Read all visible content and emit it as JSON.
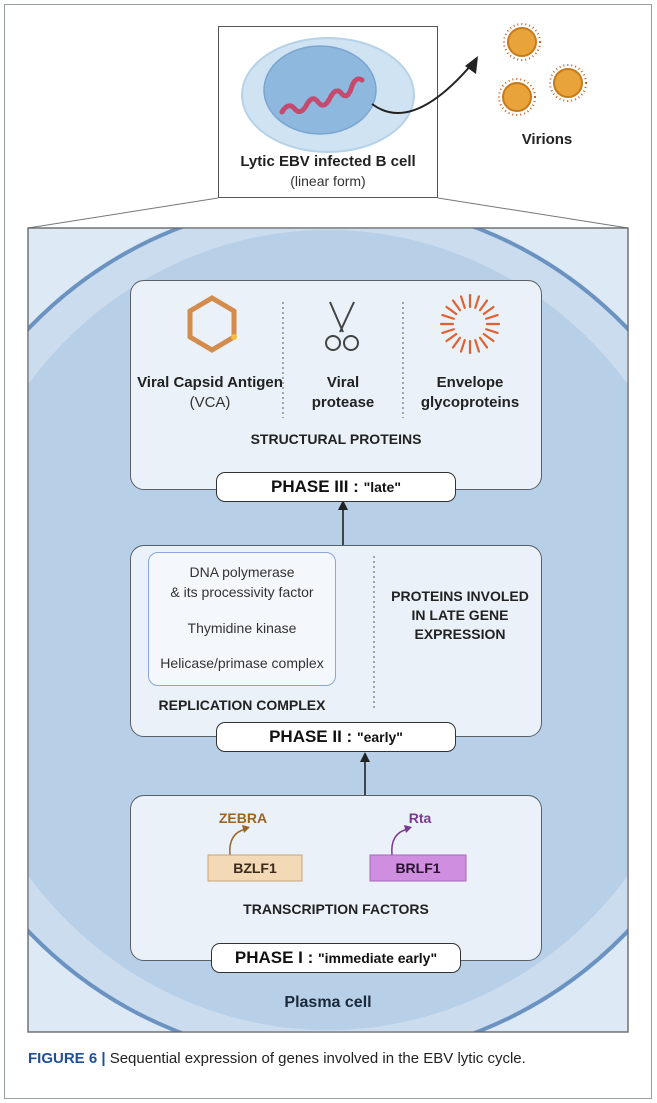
{
  "top_box": {
    "title": "Lytic EBV infected B cell",
    "subtitle": "(linear form)"
  },
  "virions_label": "Virions",
  "plasma_cell_label": "Plasma cell",
  "phase3": {
    "col1_title": "Viral Capsid Antigen",
    "col1_sub": "(VCA)",
    "col2_line1": "Viral",
    "col2_line2": "protease",
    "col3_line1": "Envelope",
    "col3_line2": "glycoproteins",
    "section_label": "STRUCTURAL PROTEINS",
    "phase_main": "PHASE III : ",
    "phase_quote": "\"late\""
  },
  "phase2": {
    "items": [
      "DNA polymerase",
      "& its processivity factor",
      "Thymidine kinase",
      "Helicase/primase complex"
    ],
    "complex_label": "REPLICATION COMPLEX",
    "right_line1": "PROTEINS INVOLED",
    "right_line2": "IN LATE GENE",
    "right_line3": "EXPRESSION",
    "phase_main": "PHASE II : ",
    "phase_quote": "\"early\""
  },
  "phase1": {
    "zebra": "ZEBRA",
    "bzlf1": "BZLF1",
    "rta": "Rta",
    "brlf1": "BRLF1",
    "section_label": "TRANSCRIPTION FACTORS",
    "phase_main": "PHASE I : ",
    "phase_quote": "\"immediate early\""
  },
  "caption": {
    "label": "FIGURE 6 |",
    "text": " Sequential expression of genes involved in the EBV lytic cycle."
  },
  "colors": {
    "cell_outer": "#c9dcee",
    "cell_inner": "#b5cfe6",
    "panel_fill": "#eaf1f9",
    "bzlf1_fill": "#f3d9b6",
    "brlf1_fill": "#cf8ee0",
    "zebra_text": "#9a6428",
    "rta_text": "#7b3a8f"
  }
}
